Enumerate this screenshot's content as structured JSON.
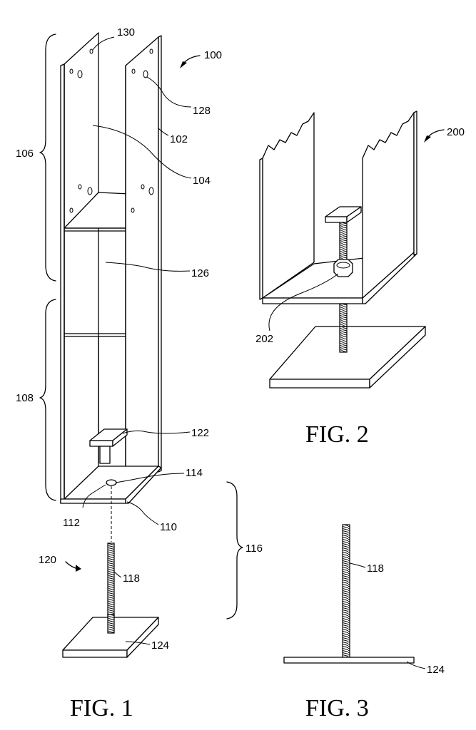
{
  "figures": [
    {
      "caption": "FIG. 1",
      "labels": {
        "ref_100": "100",
        "ref_102": "102",
        "ref_104": "104",
        "ref_106": "106",
        "ref_108": "108",
        "ref_110": "110",
        "ref_112": "112",
        "ref_114": "114",
        "ref_116": "116",
        "ref_118": "118",
        "ref_120": "120",
        "ref_122": "122",
        "ref_124": "124",
        "ref_126": "126",
        "ref_128": "128",
        "ref_130": "130"
      }
    },
    {
      "caption": "FIG. 2",
      "labels": {
        "ref_200": "200",
        "ref_202": "202"
      }
    },
    {
      "caption": "FIG. 3",
      "labels": {
        "ref_118": "118",
        "ref_124": "124"
      }
    }
  ]
}
